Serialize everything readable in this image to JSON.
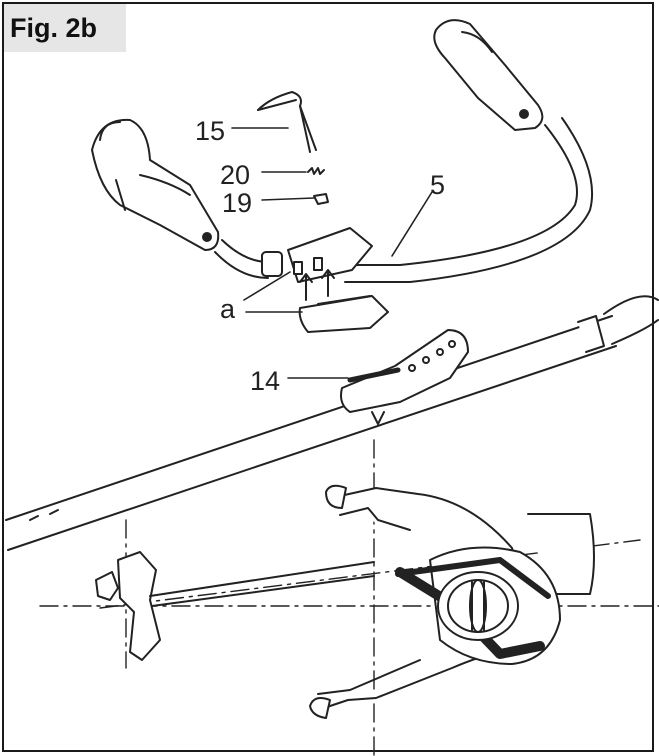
{
  "figure": {
    "label": "Fig. 2b"
  },
  "callouts": {
    "c15": "15",
    "c20": "20",
    "c19": "19",
    "c5": "5",
    "ca": "a",
    "c14": "14"
  },
  "colors": {
    "ink": "#222222",
    "fill": "#ffffff",
    "frame": "#1a1a1a",
    "label_bg": "#e6e6e6"
  }
}
